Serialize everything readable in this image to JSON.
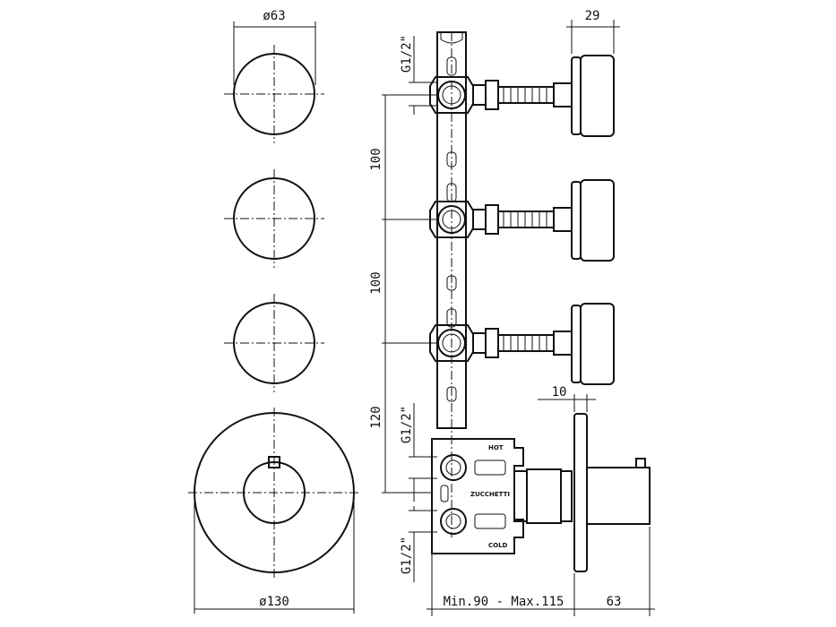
{
  "dimensions": {
    "top_knob_diameter": "ø63",
    "plate_diameter": "ø130",
    "spacing_1": "100",
    "spacing_2": "100",
    "spacing_3": "120",
    "thread_top": "G1/2\"",
    "thread_mid": "G1/2\"",
    "thread_bottom": "G1/2\"",
    "knob_depth": "29",
    "plate_thickness": "10",
    "wall_depth_range": "Min.90 - Max.115",
    "front_projection": "63"
  },
  "labels": {
    "hot": "HOT",
    "brand": "ZUCCHETTI",
    "cold": "COLD"
  }
}
